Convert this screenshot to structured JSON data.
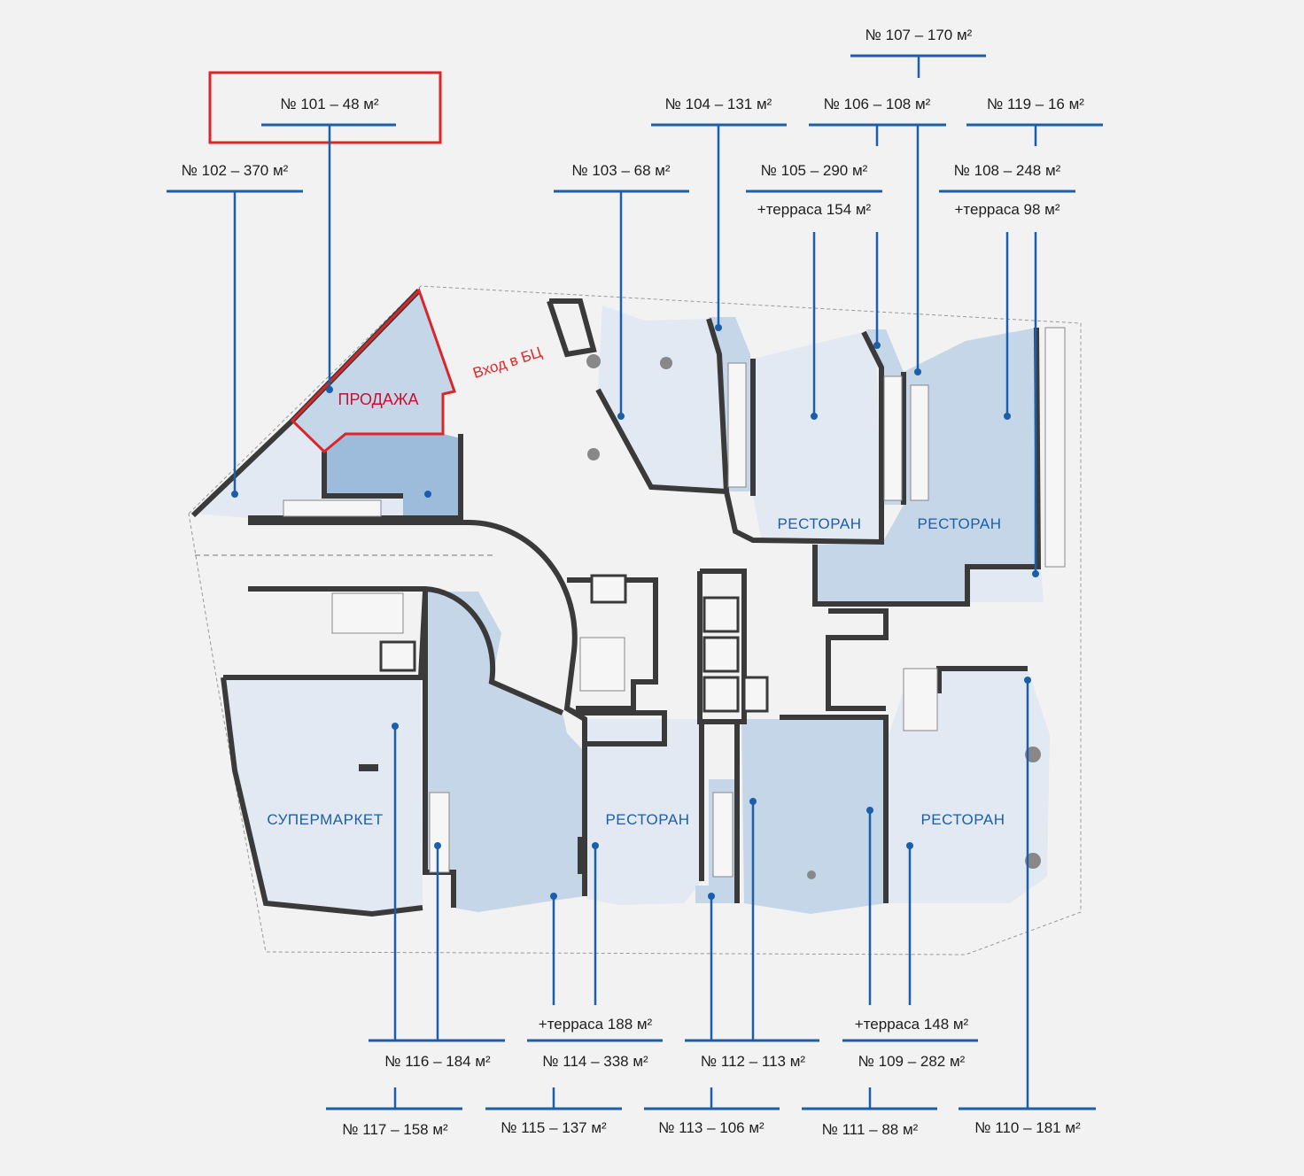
{
  "units": {
    "u101": "№ 101 – 48 м²",
    "u102": "№ 102 – 370 м²",
    "u103": "№ 103 – 68 м²",
    "u104": "№ 104 – 131 м²",
    "u105": "№ 105 – 290 м²",
    "u105_terrace": "+терраса 154 м²",
    "u106": "№ 106 – 108 м²",
    "u107": "№ 107 – 170 м²",
    "u108": "№ 108 – 248 м²",
    "u108_terrace": "+терраса 98 м²",
    "u119": "№ 119 – 16 м²",
    "u116": "№ 116 – 184 м²",
    "u114": "№ 114 – 338 м²",
    "u114_terrace": "+терраса 188 м²",
    "u112": "№ 112 – 113 м²",
    "u109": "№ 109 – 282 м²",
    "u109_terrace": "+терраса 148 м²",
    "u117": "№ 117 – 158 м²",
    "u115": "№ 115 – 137 м²",
    "u113": "№ 113 – 106 м²",
    "u111": "№ 111 – 88 м²",
    "u110": "№ 110 – 181 м²"
  },
  "rooms": {
    "sale": "ПРОДАЖА",
    "entrance": "Вход в БЦ",
    "supermarket": "СУПЕРМАРКЕТ",
    "restaurant_105": "РЕСТОРАН",
    "restaurant_108": "РЕСТОРАН",
    "restaurant_114": "РЕСТОРАН",
    "restaurant_109": "РЕСТОРАН"
  },
  "colors": {
    "accent": "#1c5ea8",
    "highlight": "#e0262a",
    "wall": "#3a3a3a",
    "background": "#f2f2f2"
  }
}
